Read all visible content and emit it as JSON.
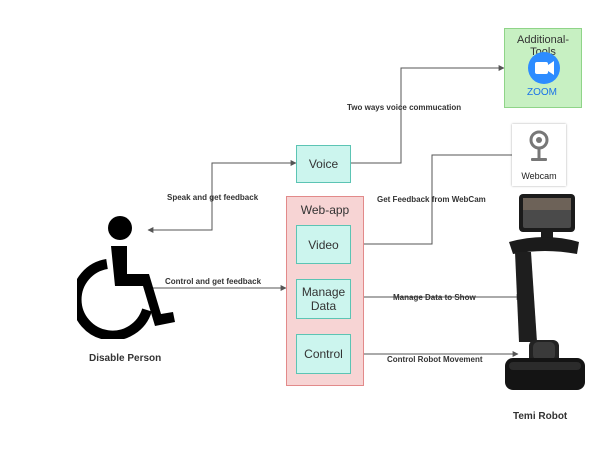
{
  "nodes": {
    "voice": "Voice",
    "web_app": "Web-app",
    "video": "Video",
    "manage_data": "Manage\nData",
    "control": "Control",
    "additional_tools": "Additional-Tools",
    "zoom": "ZOOM",
    "webcam": "Webcam",
    "disable_person": "Disable Person",
    "temi_robot": "Temi Robot"
  },
  "edges": {
    "voice_to_tools": "Two ways voice commucation",
    "person_voice": "Speak and get feedback",
    "webcam_video": "Get Feedback from WebCam",
    "person_control": "Control and get feedback",
    "manage_robot": "Manage Data to Show",
    "control_robot": "Control Robot Movement"
  },
  "colors": {
    "node_fill": "#ccf5ee",
    "node_border": "#5cc4b4",
    "group_web_fill": "#f7d4d4",
    "group_tools_fill": "#c7f0c2",
    "zoom_blue": "#2d8cff",
    "edge": "#555555"
  },
  "icons": [
    "wheelchair-person-icon",
    "zoom-icon",
    "webcam-icon",
    "temi-robot-icon"
  ]
}
